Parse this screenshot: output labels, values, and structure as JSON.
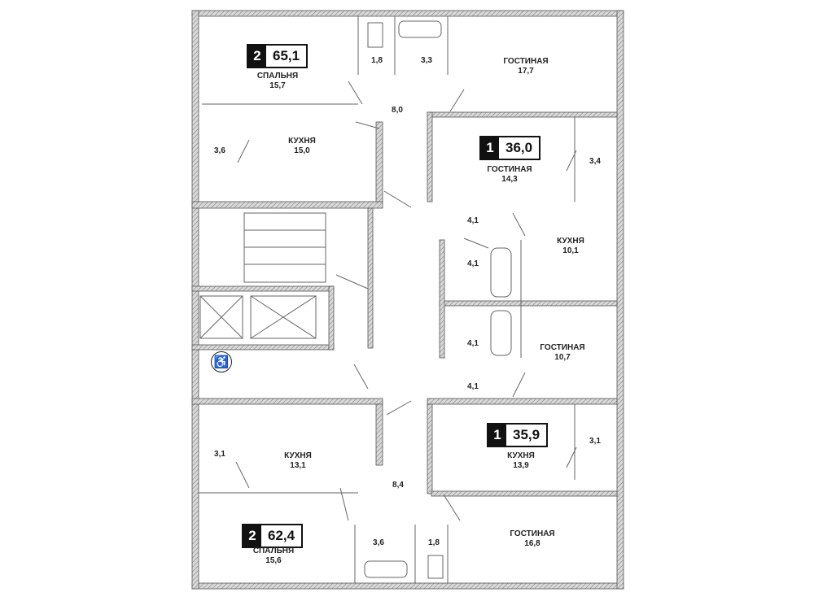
{
  "apartments": [
    {
      "rooms": "2",
      "area": "65,1",
      "spaces": [
        {
          "name": "СПАЛЬНЯ",
          "area": "15,7"
        },
        {
          "name": "КУХНЯ",
          "area": "15,0"
        },
        {
          "name": "",
          "area": "3,6"
        },
        {
          "name": "",
          "area": "1,8"
        },
        {
          "name": "",
          "area": "3,3"
        },
        {
          "name": "",
          "area": "8,0"
        },
        {
          "name": "ГОСТИНАЯ",
          "area": "17,7"
        }
      ]
    },
    {
      "rooms": "1",
      "area": "36,0",
      "spaces": [
        {
          "name": "ГОСТИНАЯ",
          "area": "14,3"
        },
        {
          "name": "",
          "area": "3,4"
        },
        {
          "name": "",
          "area": "4,1"
        },
        {
          "name": "КУХНЯ",
          "area": "10,1"
        },
        {
          "name": "",
          "area": "4,1"
        }
      ]
    },
    {
      "rooms": "1",
      "area": "35,9",
      "spaces": [
        {
          "name": "",
          "area": "4,1"
        },
        {
          "name": "ГОСТИНАЯ",
          "area": "10,7"
        },
        {
          "name": "",
          "area": "4,1"
        },
        {
          "name": "КУХНЯ",
          "area": "13,9"
        },
        {
          "name": "",
          "area": "3,1"
        }
      ]
    },
    {
      "rooms": "2",
      "area": "62,4",
      "spaces": [
        {
          "name": "КУХНЯ",
          "area": "13,1"
        },
        {
          "name": "",
          "area": "3,1"
        },
        {
          "name": "",
          "area": "8,4"
        },
        {
          "name": "СПАЛЬНЯ",
          "area": "15,6"
        },
        {
          "name": "",
          "area": "3,6"
        },
        {
          "name": "",
          "area": "1,8"
        },
        {
          "name": "ГОСТИНАЯ",
          "area": "16,8"
        }
      ]
    }
  ],
  "icons": {
    "accessibility": "wheelchair-icon"
  },
  "colors": {
    "wall": "#9a9a9a",
    "badge": "#111111"
  }
}
